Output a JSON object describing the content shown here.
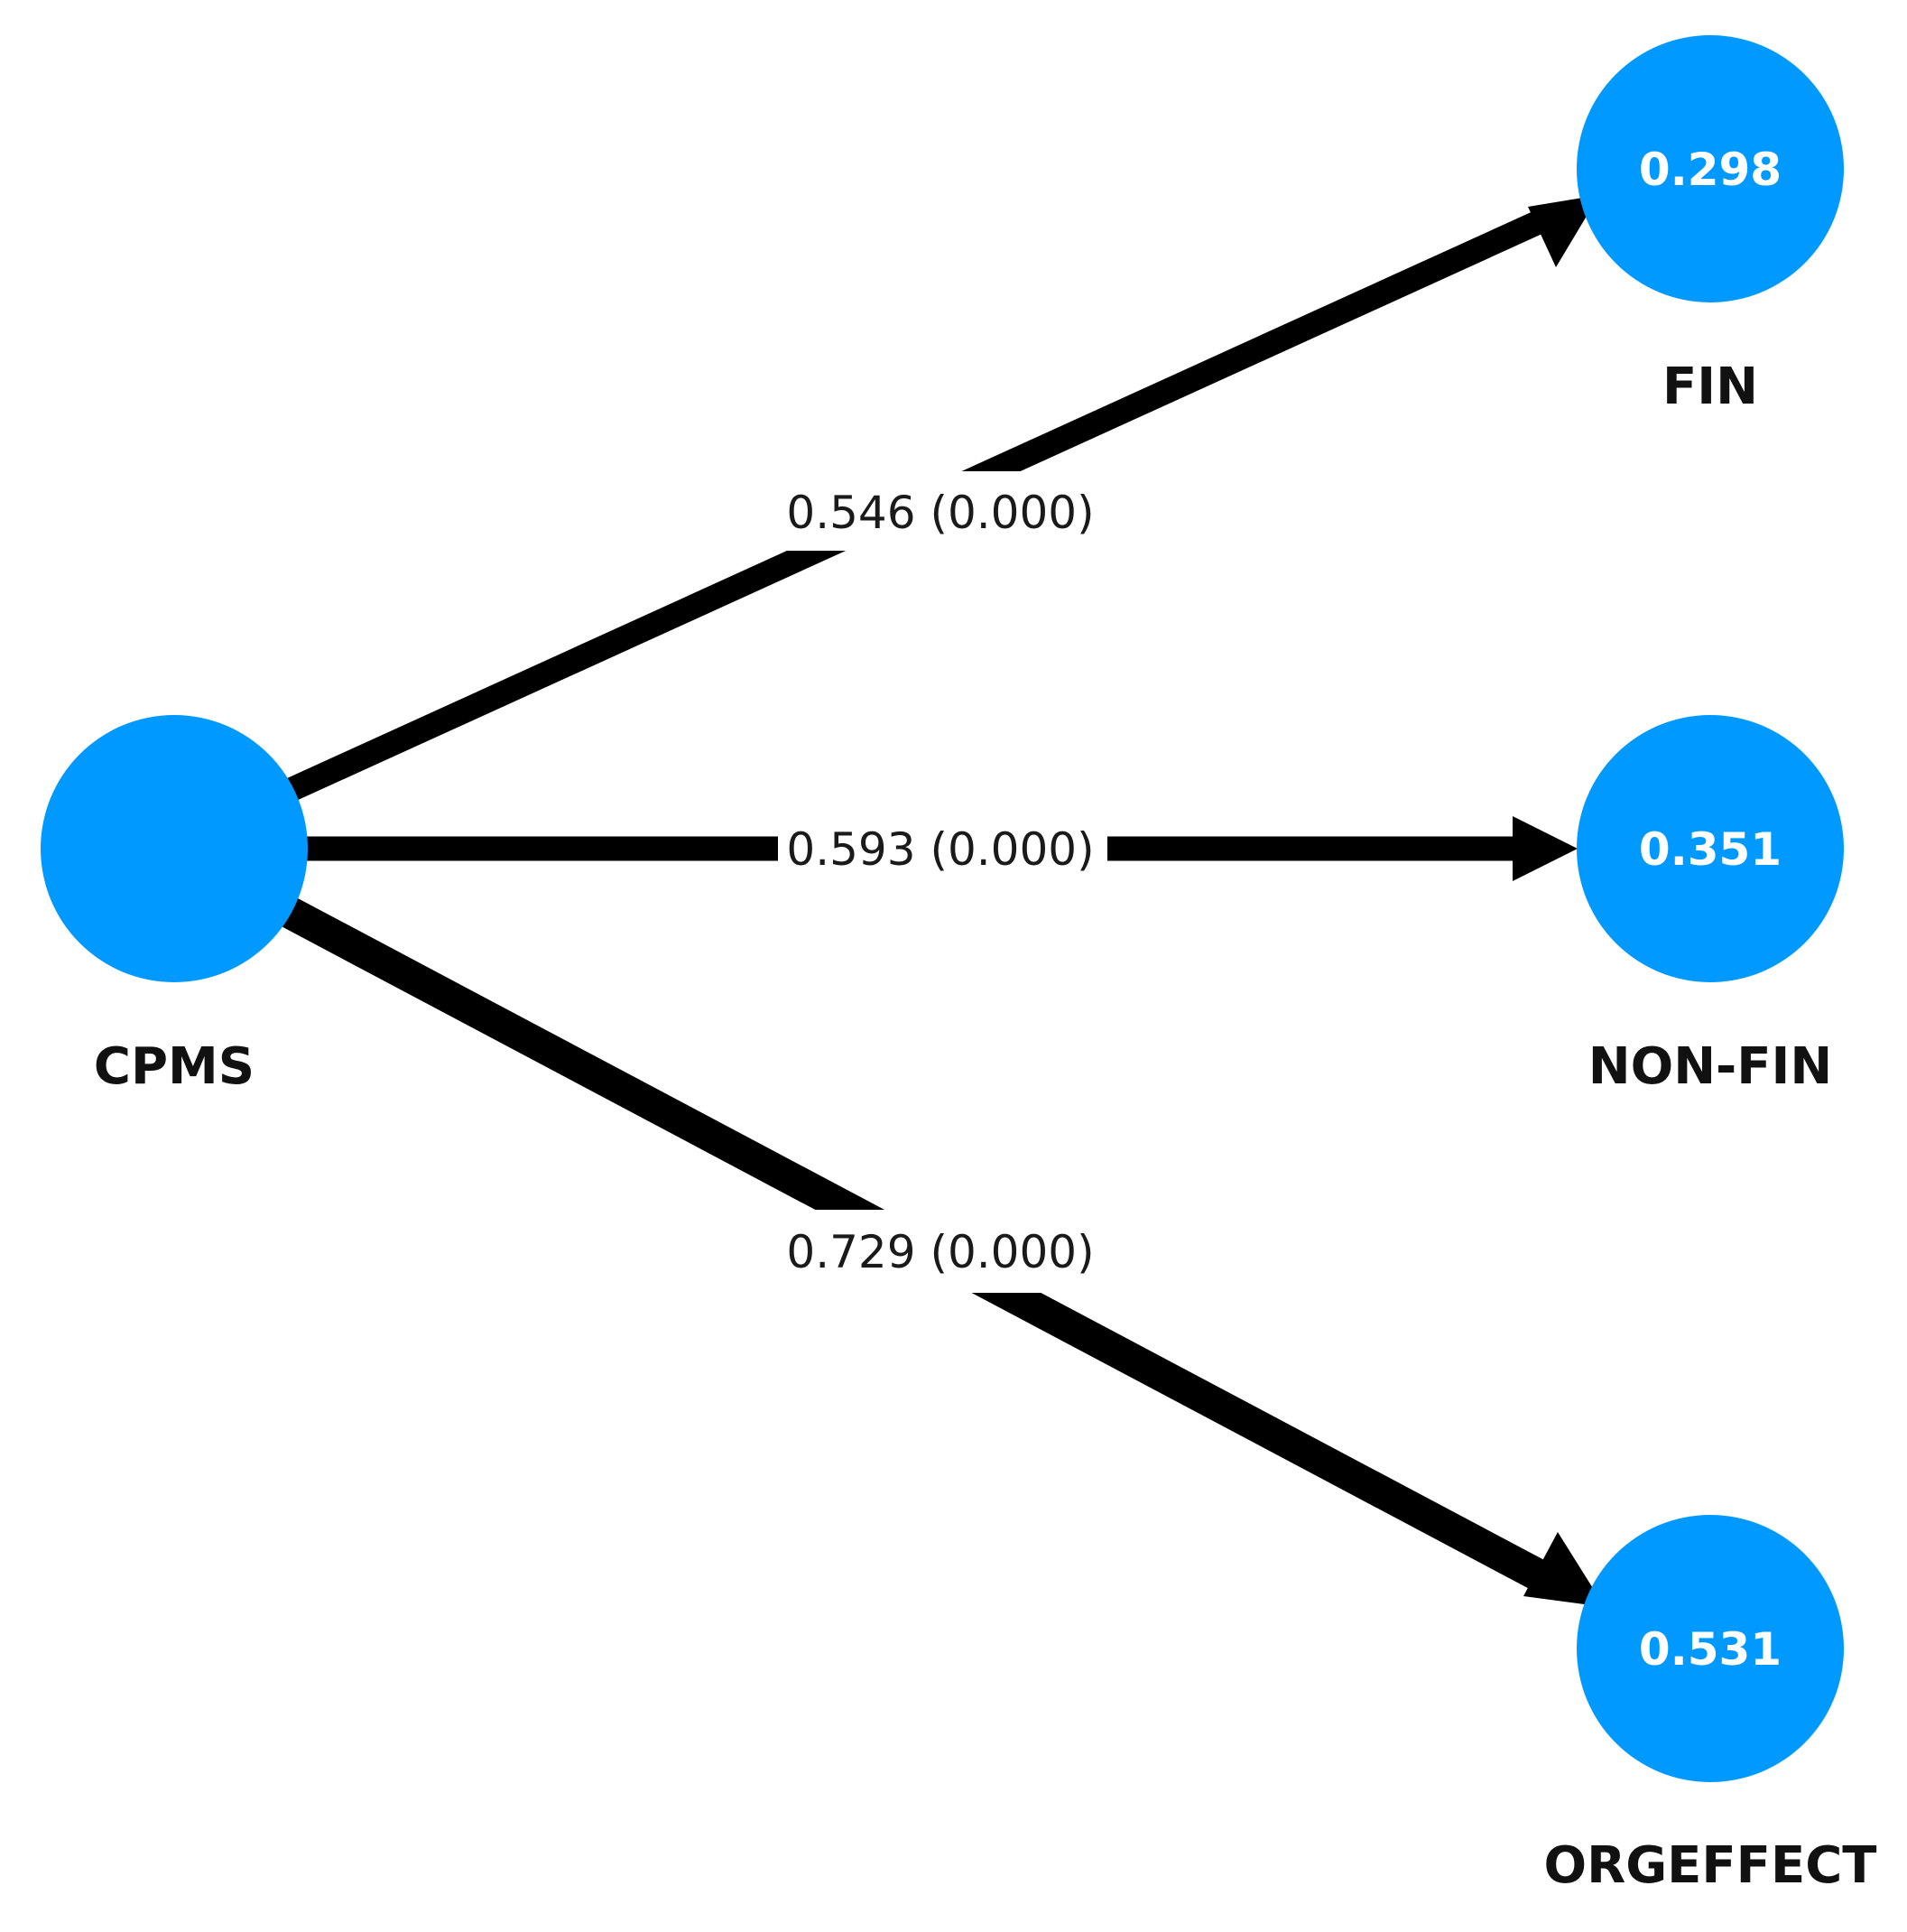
{
  "diagram": {
    "node_color": "#0099ff",
    "edge_color": "#000000",
    "source": {
      "name": "CPMS"
    },
    "targets": [
      {
        "name": "FIN",
        "value": "0.298"
      },
      {
        "name": "NON-FIN",
        "value": "0.351"
      },
      {
        "name": "ORGEFFECT",
        "value": "0.531"
      }
    ],
    "paths": [
      {
        "from": "CPMS",
        "to": "FIN",
        "label": "0.546 (0.000)"
      },
      {
        "from": "CPMS",
        "to": "NON-FIN",
        "label": "0.593 (0.000)"
      },
      {
        "from": "CPMS",
        "to": "ORGEFFECT",
        "label": "0.729 (0.000)"
      }
    ]
  }
}
